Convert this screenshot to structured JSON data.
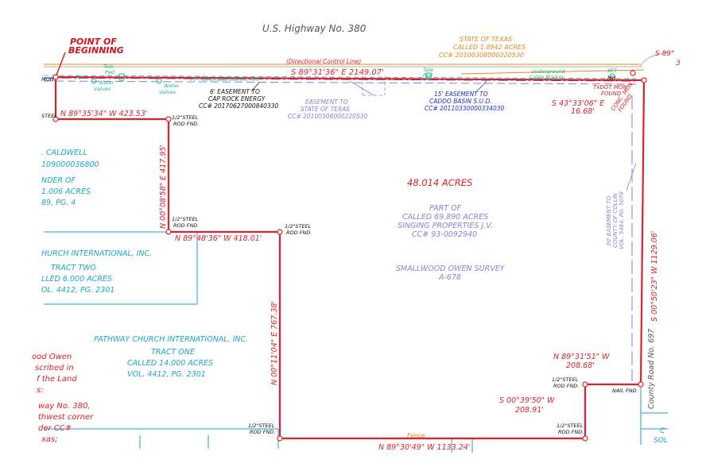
{
  "highway_title": "U.S. Highway No. 380",
  "pob": {
    "line1": "POINT OF",
    "line2": "BEGINNING"
  },
  "directional_line": "(Directional Control Line)",
  "north_call": "S 89°31'36\" E   2149.07'",
  "corner_ne": {
    "top": "S 89°",
    "num": "3"
  },
  "state_of_texas_orange": {
    "l1": "STATE OF TEXAS",
    "l2": "CALLED 1.8942 ACRES",
    "l3": "CC# 20100308000220530"
  },
  "easement_cap_rock": {
    "l1": "6' EASEMENT TO",
    "l2": "CAP ROCK ENERGY",
    "l3": "CC# 20170627000840330"
  },
  "easement_state": {
    "l1": "EASEMENT TO",
    "l2": "STATE OF TEXAS",
    "l3": "CC# 20100308000220530"
  },
  "easement_caddo": {
    "l1": "15' EASEMENT TO",
    "l2": "CADDO BASIN S.U.D.",
    "l3": "CC# 20110330000334030"
  },
  "utility_labels": {
    "tele1": "Tele",
    "ped1": "Ped",
    "water1": "Water",
    "valves1": "Valves",
    "water2": "Water",
    "valves2": "Valves",
    "overhead": "PP—Overhead Electric—PP",
    "pp": "PP",
    "tele2": "Tele",
    "ped2": "Ped",
    "underground": "Underground",
    "cable_marker": "Cable Marker",
    "att1": "ATT",
    "mh": "MH",
    "mon_left": "MON."
  },
  "txdot": {
    "l1": "TxDOT MON.",
    "l2": "FOUND"
  },
  "conc_mon": {
    "l1": "CONC. MON.",
    "l2": "FOUND"
  },
  "call_s43": {
    "bearing": "S 43°33'06\" E",
    "dist": "16.68'"
  },
  "call_n89_35": "N 89°35'34\" W   423.53'",
  "call_n00_08": "N 00°08'58\" E   417.95'",
  "call_n89_48": "N 89°48'36\" W   418.01'",
  "call_n00_11": "N 00°11'04\" E   767.38'",
  "call_s00_50": "S 00°50'23\" W   1129.06'",
  "call_n89_31_51": {
    "bearing": "N 89°31'51\" W",
    "dist": "208.68'"
  },
  "call_s00_39": {
    "bearing": "S 00°39'50\" W",
    "dist": "208.91'"
  },
  "call_south": "N 89°30'49\" W   1133.24'",
  "fence": "Fence",
  "steel": "STEEL",
  "rod_labels": {
    "half": "1/2\"STEEL",
    "rod": "ROD FND."
  },
  "nail": "NAIL FND.",
  "acres_title": "48.014 ACRES",
  "part_of": {
    "l1": "PART OF",
    "l2": "CALLED 69.890 ACRES",
    "l3": "SINGING PROPERTIES J.V.",
    "l4": "CC# 93-0092940"
  },
  "survey": {
    "l1": "SMALLWOOD OWEN SURVEY",
    "l2": "A-678"
  },
  "caldwell": {
    "l1": ". CALDWELL",
    "l2": "109000036800",
    "l3": "NDER OF",
    "l4": "1.006 ACRES",
    "l5": "89, PG. 4"
  },
  "tract_two": {
    "l1": "HURCH INTERNATIONAL, INC.",
    "l2": "TRACT TWO",
    "l3": "LLED 6.000 ACRES",
    "l4": "OL. 4412, PG. 2301"
  },
  "tract_one": {
    "l1": "PATHWAY CHURCH INTERNATIONAL, INC.",
    "l2": "TRACT ONE",
    "l3": "CALLED 14.000 ACRES",
    "l4": "VOL. 4412, PG. 2301"
  },
  "county_road": "County Road No. 697",
  "easement_collin": {
    "l1": "30' EASEMENT TO",
    "l2": "COUNTY OF COLLIN",
    "l3": "VOL. 5484, PG. 5078"
  },
  "legal_text": [
    "ood Owen",
    "scribed in",
    "f the Land",
    "s:",
    "",
    "way No. 380,",
    "thwest corner",
    "der CC#",
    "xas;"
  ],
  "sol": "SOL",
  "c_right": "C",
  "colors": {
    "boundary": "#e0202a",
    "cyan": "#1aa6c8",
    "purple": "#8b7fd8",
    "blue": "#1a2fd0",
    "orange": "#e38a1f",
    "green": "#1fb48a"
  }
}
